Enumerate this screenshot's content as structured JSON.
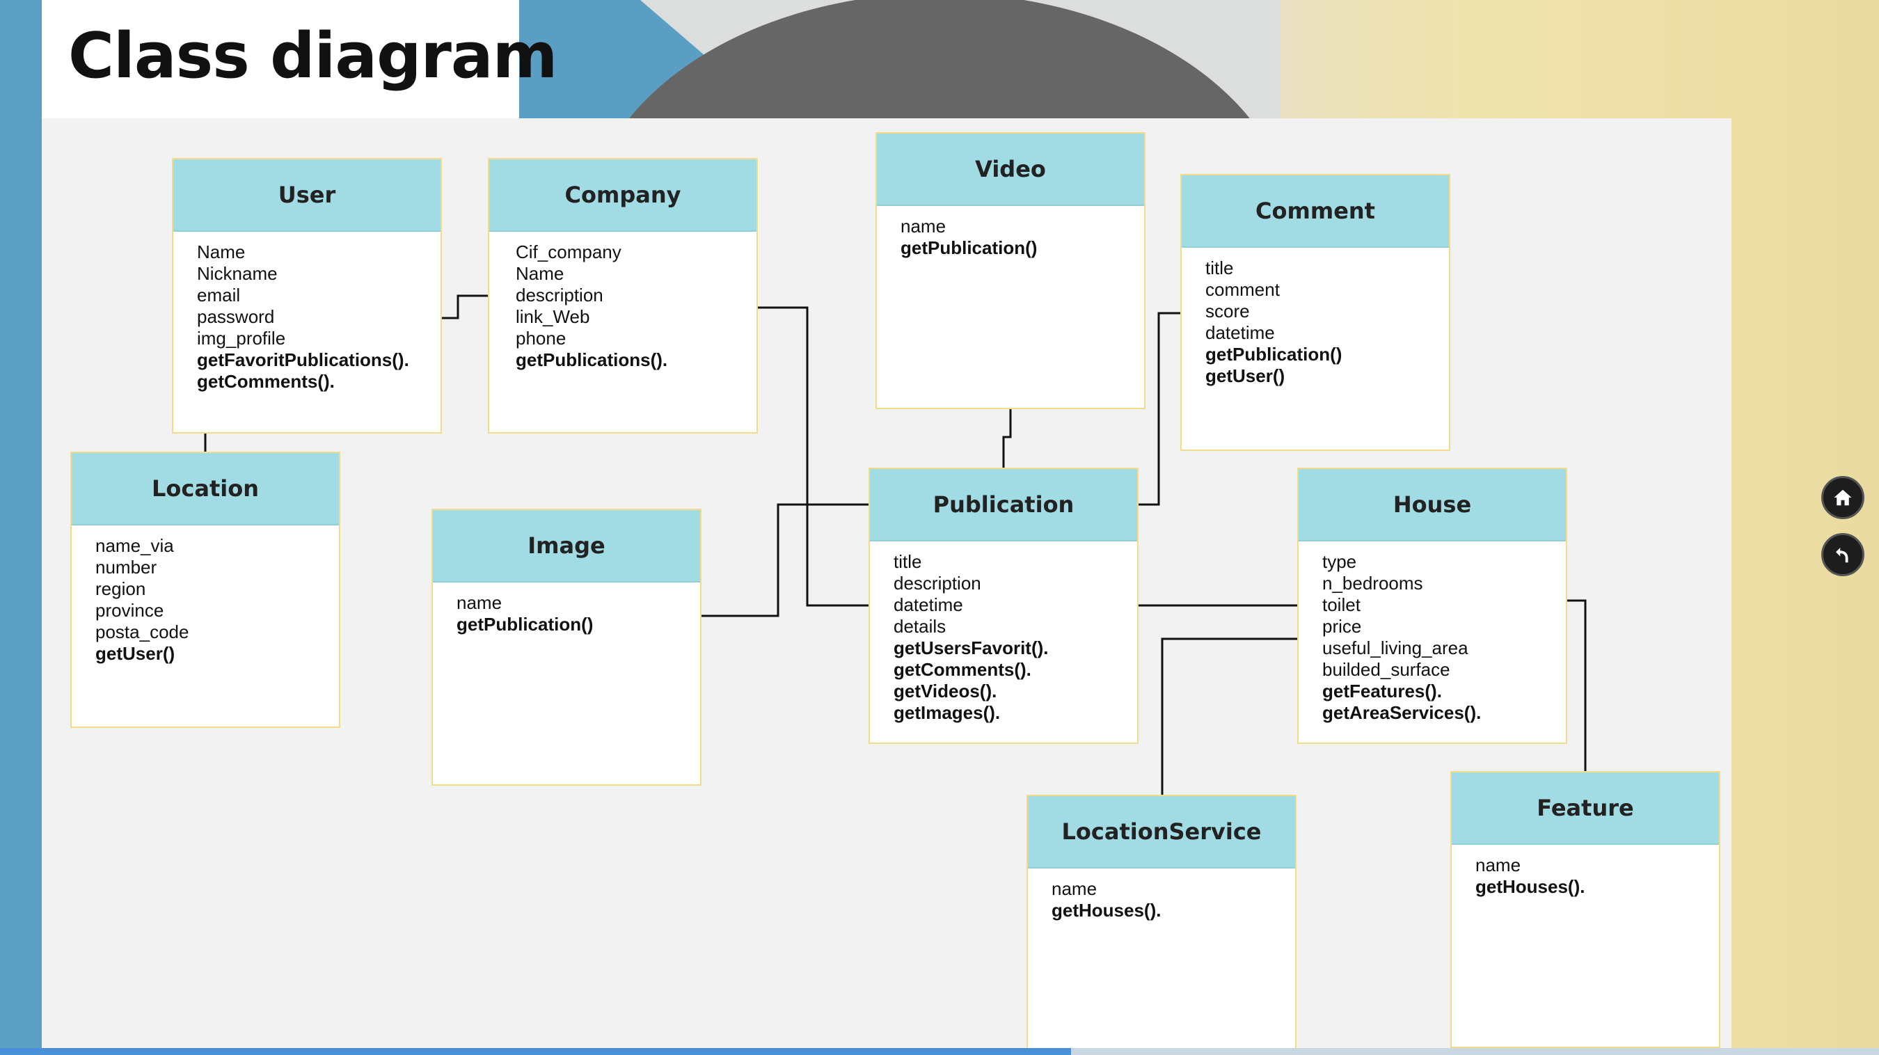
{
  "title": "Class diagram",
  "colors": {
    "header": "#a1dbe3",
    "border": "#f2dc8c",
    "accent": "#5b9fc4"
  },
  "progress": 0.57,
  "classes": [
    {
      "id": "user",
      "name": "User",
      "attributes": [
        "Name",
        "Nickname",
        "email",
        "password",
        "img_profile"
      ],
      "methods": [
        "getFavoritPublications().",
        "getComments()."
      ]
    },
    {
      "id": "company",
      "name": "Company",
      "attributes": [
        "Cif_company",
        "Name",
        "description",
        "link_Web",
        "phone"
      ],
      "methods": [
        "getPublications()."
      ]
    },
    {
      "id": "video",
      "name": "Video",
      "attributes": [
        "name"
      ],
      "methods": [
        "getPublication()"
      ]
    },
    {
      "id": "comment",
      "name": "Comment",
      "attributes": [
        "title",
        "comment",
        "score",
        "datetime"
      ],
      "methods": [
        "getPublication()",
        "getUser()"
      ]
    },
    {
      "id": "location",
      "name": "Location",
      "attributes": [
        "name_via",
        "number",
        "region",
        "province",
        "posta_code"
      ],
      "methods": [
        "getUser()"
      ]
    },
    {
      "id": "image",
      "name": "Image",
      "attributes": [
        "name"
      ],
      "methods": [
        "getPublication()"
      ]
    },
    {
      "id": "publication",
      "name": "Publication",
      "attributes": [
        "title",
        "description",
        "datetime",
        "details"
      ],
      "methods": [
        "getUsersFavorit().",
        "getComments().",
        "getVideos().",
        "getImages()."
      ]
    },
    {
      "id": "house",
      "name": "House",
      "attributes": [
        "type",
        "n_bedrooms",
        "toilet",
        "price",
        "useful_living_area",
        "builded_surface"
      ],
      "methods": [
        "getFeatures().",
        "getAreaServices()."
      ]
    },
    {
      "id": "location-service",
      "name": "LocationService",
      "attributes": [
        "name"
      ],
      "methods": [
        "getHouses()."
      ]
    },
    {
      "id": "feature",
      "name": "Feature",
      "attributes": [
        "name"
      ],
      "methods": [
        "getHouses()."
      ]
    }
  ],
  "nav": {
    "home_icon": "home-icon",
    "back_icon": "back-arrow-icon"
  }
}
